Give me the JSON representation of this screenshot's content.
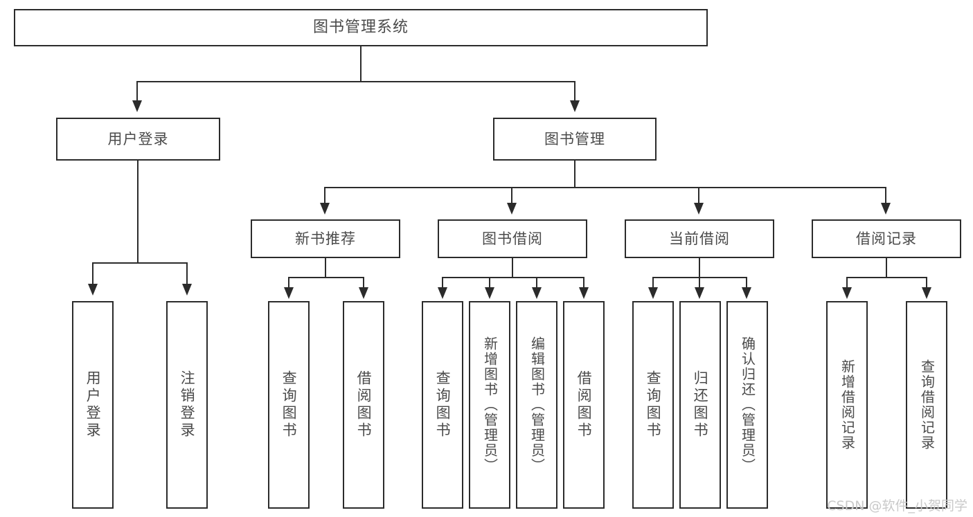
{
  "diagram": {
    "title": "图书管理系统",
    "watermark": "CSDN @软件_小贺同学",
    "accent_border_color": "#2b2b2b",
    "text_color": "#4a4a4a",
    "background_color": "#ffffff",
    "watermark_color": "#c9c9c9",
    "type": "tree-hierarchy"
  },
  "nodes": {
    "root": {
      "label": "图书管理系统"
    },
    "level1": [
      {
        "label": "用户登录"
      },
      {
        "label": "图书管理"
      }
    ],
    "level2": [
      {
        "label": "新书推荐"
      },
      {
        "label": "图书借阅"
      },
      {
        "label": "当前借阅"
      },
      {
        "label": "借阅记录"
      }
    ],
    "leaves_user_login": [
      {
        "label": "用户登录"
      },
      {
        "label": "注销登录"
      }
    ],
    "leaves_new_book": [
      {
        "label": "查询图书"
      },
      {
        "label": "借阅图书"
      }
    ],
    "leaves_borrow": [
      {
        "label": "查询图书"
      },
      {
        "label": "新增图书（管理员）"
      },
      {
        "label": "编辑图书（管理员）"
      },
      {
        "label": "借阅图书"
      }
    ],
    "leaves_current": [
      {
        "label": "查询图书"
      },
      {
        "label": "归还图书"
      },
      {
        "label": "确认归还（管理员）"
      }
    ],
    "leaves_records": [
      {
        "label": "新增借阅记录"
      },
      {
        "label": "查询借阅记录"
      }
    ]
  }
}
